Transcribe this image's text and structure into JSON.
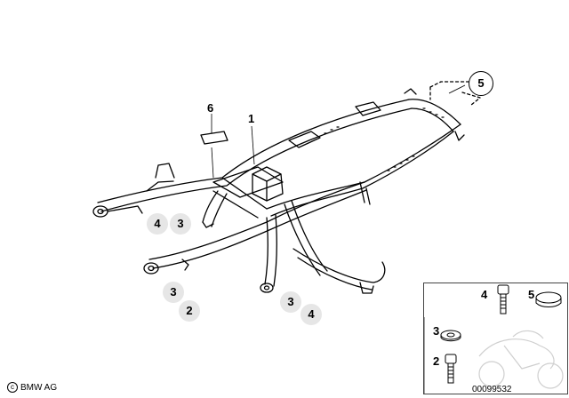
{
  "callouts": {
    "frame_1": "1",
    "plate_6": "6",
    "bracket_5": "5",
    "left_pair": [
      "4",
      "3"
    ],
    "front_pair": [
      "3",
      "2"
    ],
    "rear_pair": [
      "3",
      "4"
    ]
  },
  "inset": {
    "bolt_4": "4",
    "cap_5": "5",
    "washer_3": "3",
    "screw_2": "2"
  },
  "footer": {
    "copyright_symbol": "c",
    "copyright_text": "BMW AG",
    "drawing_number": "00099532"
  },
  "colors": {
    "line": "#000000",
    "circle_fill": "#e6e6e6",
    "background": "#ffffff"
  }
}
